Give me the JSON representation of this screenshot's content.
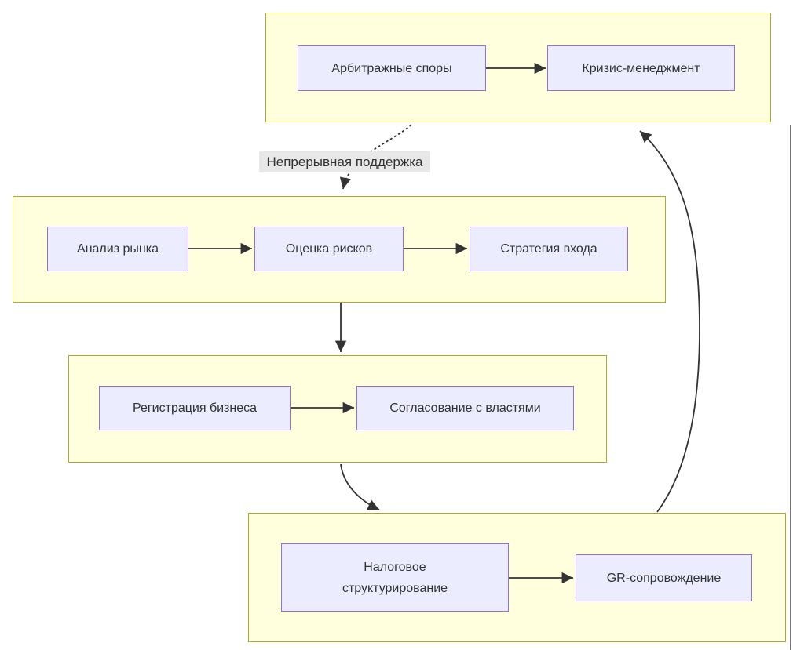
{
  "colors": {
    "cluster_fill": "#ffffde",
    "cluster_border": "#aaaa33",
    "node_fill": "#ececff",
    "node_border": "#9370db",
    "edge_color": "#333333",
    "edge_label_bg": "#e8e8e8",
    "text_color": "#333333"
  },
  "diagram": {
    "type": "flowchart",
    "edge_label": "Непрерывная поддержка",
    "clusters": [
      {
        "name": "support",
        "nodes": [
          {
            "label": "Арбитражные споры"
          },
          {
            "label": "Кризис-менеджмент"
          }
        ]
      },
      {
        "name": "market-entry",
        "nodes": [
          {
            "label": "Анализ рынка"
          },
          {
            "label": "Оценка рисков"
          },
          {
            "label": "Стратегия входа"
          }
        ]
      },
      {
        "name": "registration",
        "nodes": [
          {
            "label": "Регистрация бизнеса"
          },
          {
            "label": "Согласование с властями"
          }
        ]
      },
      {
        "name": "operations",
        "nodes": [
          {
            "label": "Налоговое\nструктурирование"
          },
          {
            "label": "GR-сопровождение"
          }
        ]
      }
    ],
    "edges": [
      {
        "from": "Арбитражные споры",
        "to": "Кризис-менеджмент",
        "style": "solid"
      },
      {
        "from": "Анализ рынка",
        "to": "Оценка рисков",
        "style": "solid"
      },
      {
        "from": "Оценка рисков",
        "to": "Стратегия входа",
        "style": "solid"
      },
      {
        "from": "Регистрация бизнеса",
        "to": "Согласование с властями",
        "style": "solid"
      },
      {
        "from": "Налоговое структурирование",
        "to": "GR-сопровождение",
        "style": "solid"
      },
      {
        "from": "cluster-support",
        "to": "cluster-market-entry",
        "style": "dotted",
        "label": "Непрерывная поддержка"
      },
      {
        "from": "cluster-market-entry",
        "to": "cluster-registration",
        "style": "solid"
      },
      {
        "from": "cluster-registration",
        "to": "cluster-operations",
        "style": "solid"
      },
      {
        "from": "cluster-operations",
        "to": "cluster-support",
        "style": "solid"
      }
    ]
  }
}
